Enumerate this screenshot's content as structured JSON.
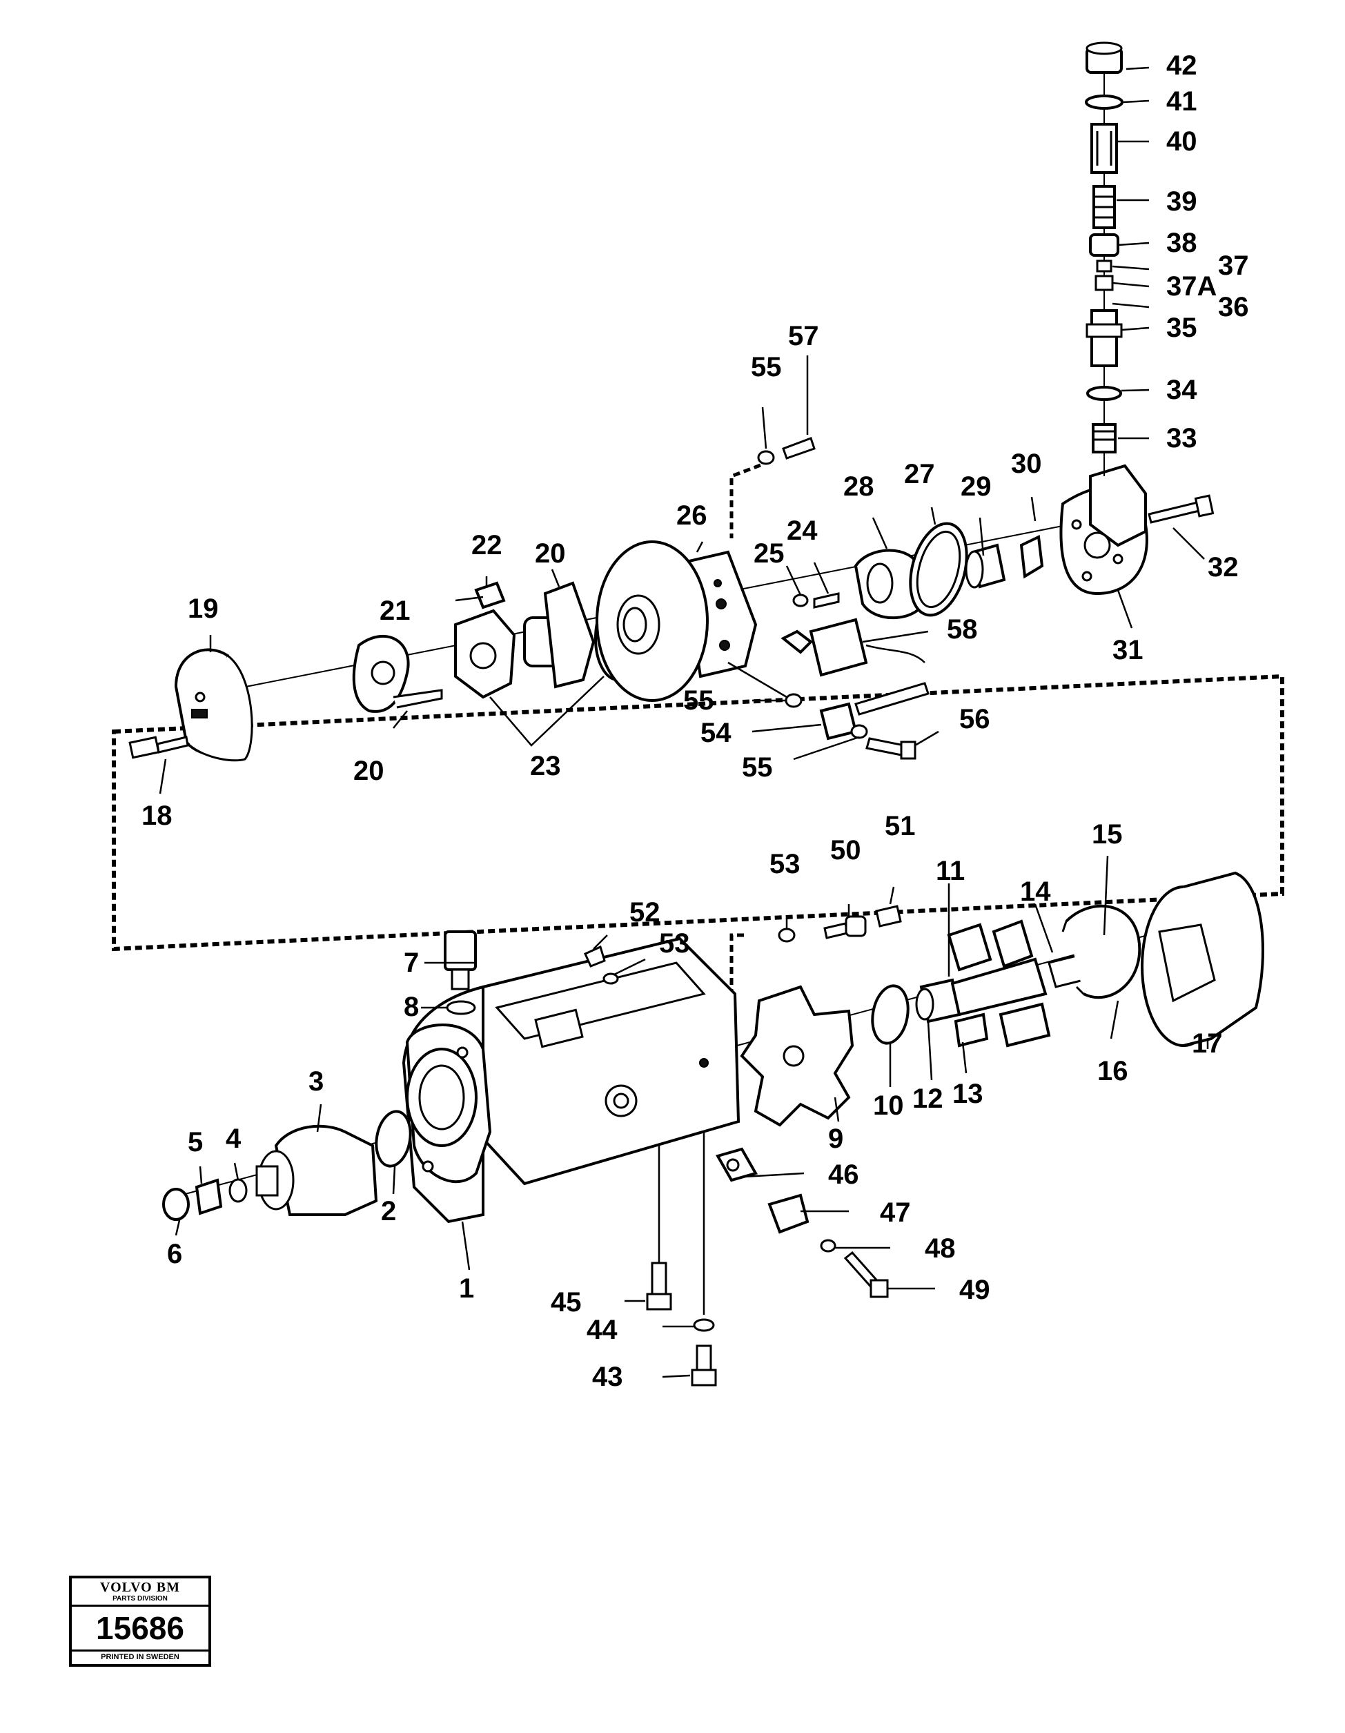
{
  "diagram": {
    "callouts": [
      "1",
      "2",
      "3",
      "4",
      "5",
      "6",
      "7",
      "8",
      "9",
      "10",
      "11",
      "12",
      "13",
      "14",
      "15",
      "16",
      "17",
      "18",
      "19",
      "20",
      "20",
      "21",
      "22",
      "23",
      "24",
      "25",
      "26",
      "27",
      "28",
      "29",
      "30",
      "31",
      "32",
      "33",
      "34",
      "35",
      "36",
      "37",
      "37A",
      "38",
      "39",
      "40",
      "41",
      "42",
      "43",
      "44",
      "45",
      "46",
      "47",
      "48",
      "49",
      "50",
      "51",
      "52",
      "53",
      "53",
      "54",
      "55",
      "55",
      "55",
      "56",
      "57",
      "58"
    ]
  },
  "stamp": {
    "brand": "VOLVO BM",
    "division": "PARTS DIVISION",
    "number": "15686",
    "printed": "PRINTED IN SWEDEN"
  }
}
